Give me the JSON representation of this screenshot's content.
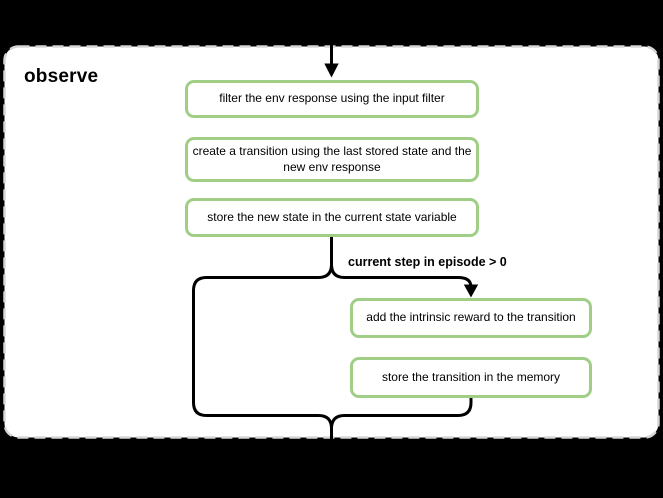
{
  "canvas": {
    "background": "#000000"
  },
  "group": {
    "title": "observe",
    "fill": "#ffffff",
    "border_color": "#d6d6d6"
  },
  "theme": {
    "box_border": "#a0ce87",
    "box_fill": "#ffffff",
    "line_color": "#000000",
    "text_color": "#000000"
  },
  "steps": [
    {
      "label": "filter the env response using the input filter"
    },
    {
      "label": "create a transition using the last stored state and the\nnew env response"
    },
    {
      "label": "store the new state in the current state variable"
    },
    {
      "label": "add the intrinsic reward to the transition"
    },
    {
      "label": "store the transition in the memory"
    }
  ],
  "condition": {
    "label": "current step in episode > 0"
  }
}
